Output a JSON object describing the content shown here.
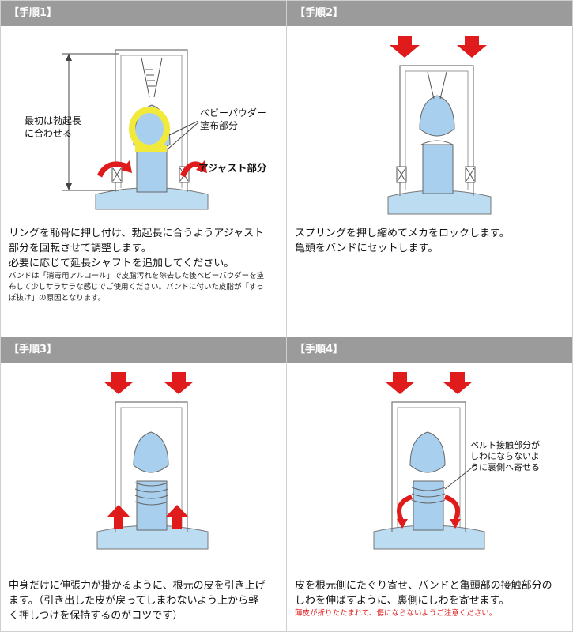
{
  "steps": [
    {
      "header": "【手順1】",
      "labels": {
        "length_line1": "最初は勃起長",
        "length_line2": "に合わせる",
        "powder_line1": "ベビーパウダー",
        "powder_line2": "塗布部分",
        "adjust": "アジャスト部分"
      },
      "text_lines": [
        "リングを恥骨に押し付け、勃起長に合うようアジャスト",
        "部分を回転させて調整します。",
        "必要に応じて延長シャフトを追加してください。"
      ],
      "note_lines": [
        "バンドは「消毒用アルコール」で皮脂汚れを除去した後ベビーパウダーを塗",
        "布して少しサラサラな感じでご使用ください。バンドに付いた皮脂が「すっ",
        "ぽ抜け」の原因となります。"
      ]
    },
    {
      "header": "【手順2】",
      "text_lines": [
        "スプリングを押し縮めてメカをロックします。",
        "亀頭をバンドにセットします。"
      ]
    },
    {
      "header": "【手順3】",
      "text_lines": [
        "中身だけに伸張力が掛かるように、根元の皮を引き上げ",
        "ます。（引き出した皮が戻ってしまわないよう上から軽",
        "く押しつけを保持するのがコツです）"
      ]
    },
    {
      "header": "【手順4】",
      "labels": {
        "belt_line1": "ベルト接触部分が",
        "belt_line2": "しわにならないよ",
        "belt_line3": "うに裏側へ寄せる"
      },
      "text_lines": [
        "皮を根元側にたぐり寄せ、バンドと亀頭部の接触部分の",
        "しわを伸ばすように、裏側にしわを寄せます。"
      ],
      "warning": "薄皮が折りたたまれて、傷にならないようご注意ください。"
    }
  ],
  "colors": {
    "header_bg": "#9b9b9b",
    "base_blue": "#bcdcf2",
    "body_blue": "#a8d0ee",
    "ring_yellow": "#f2ea3a",
    "arrow_red": "#e01b1b",
    "warning_red": "#e02020"
  }
}
